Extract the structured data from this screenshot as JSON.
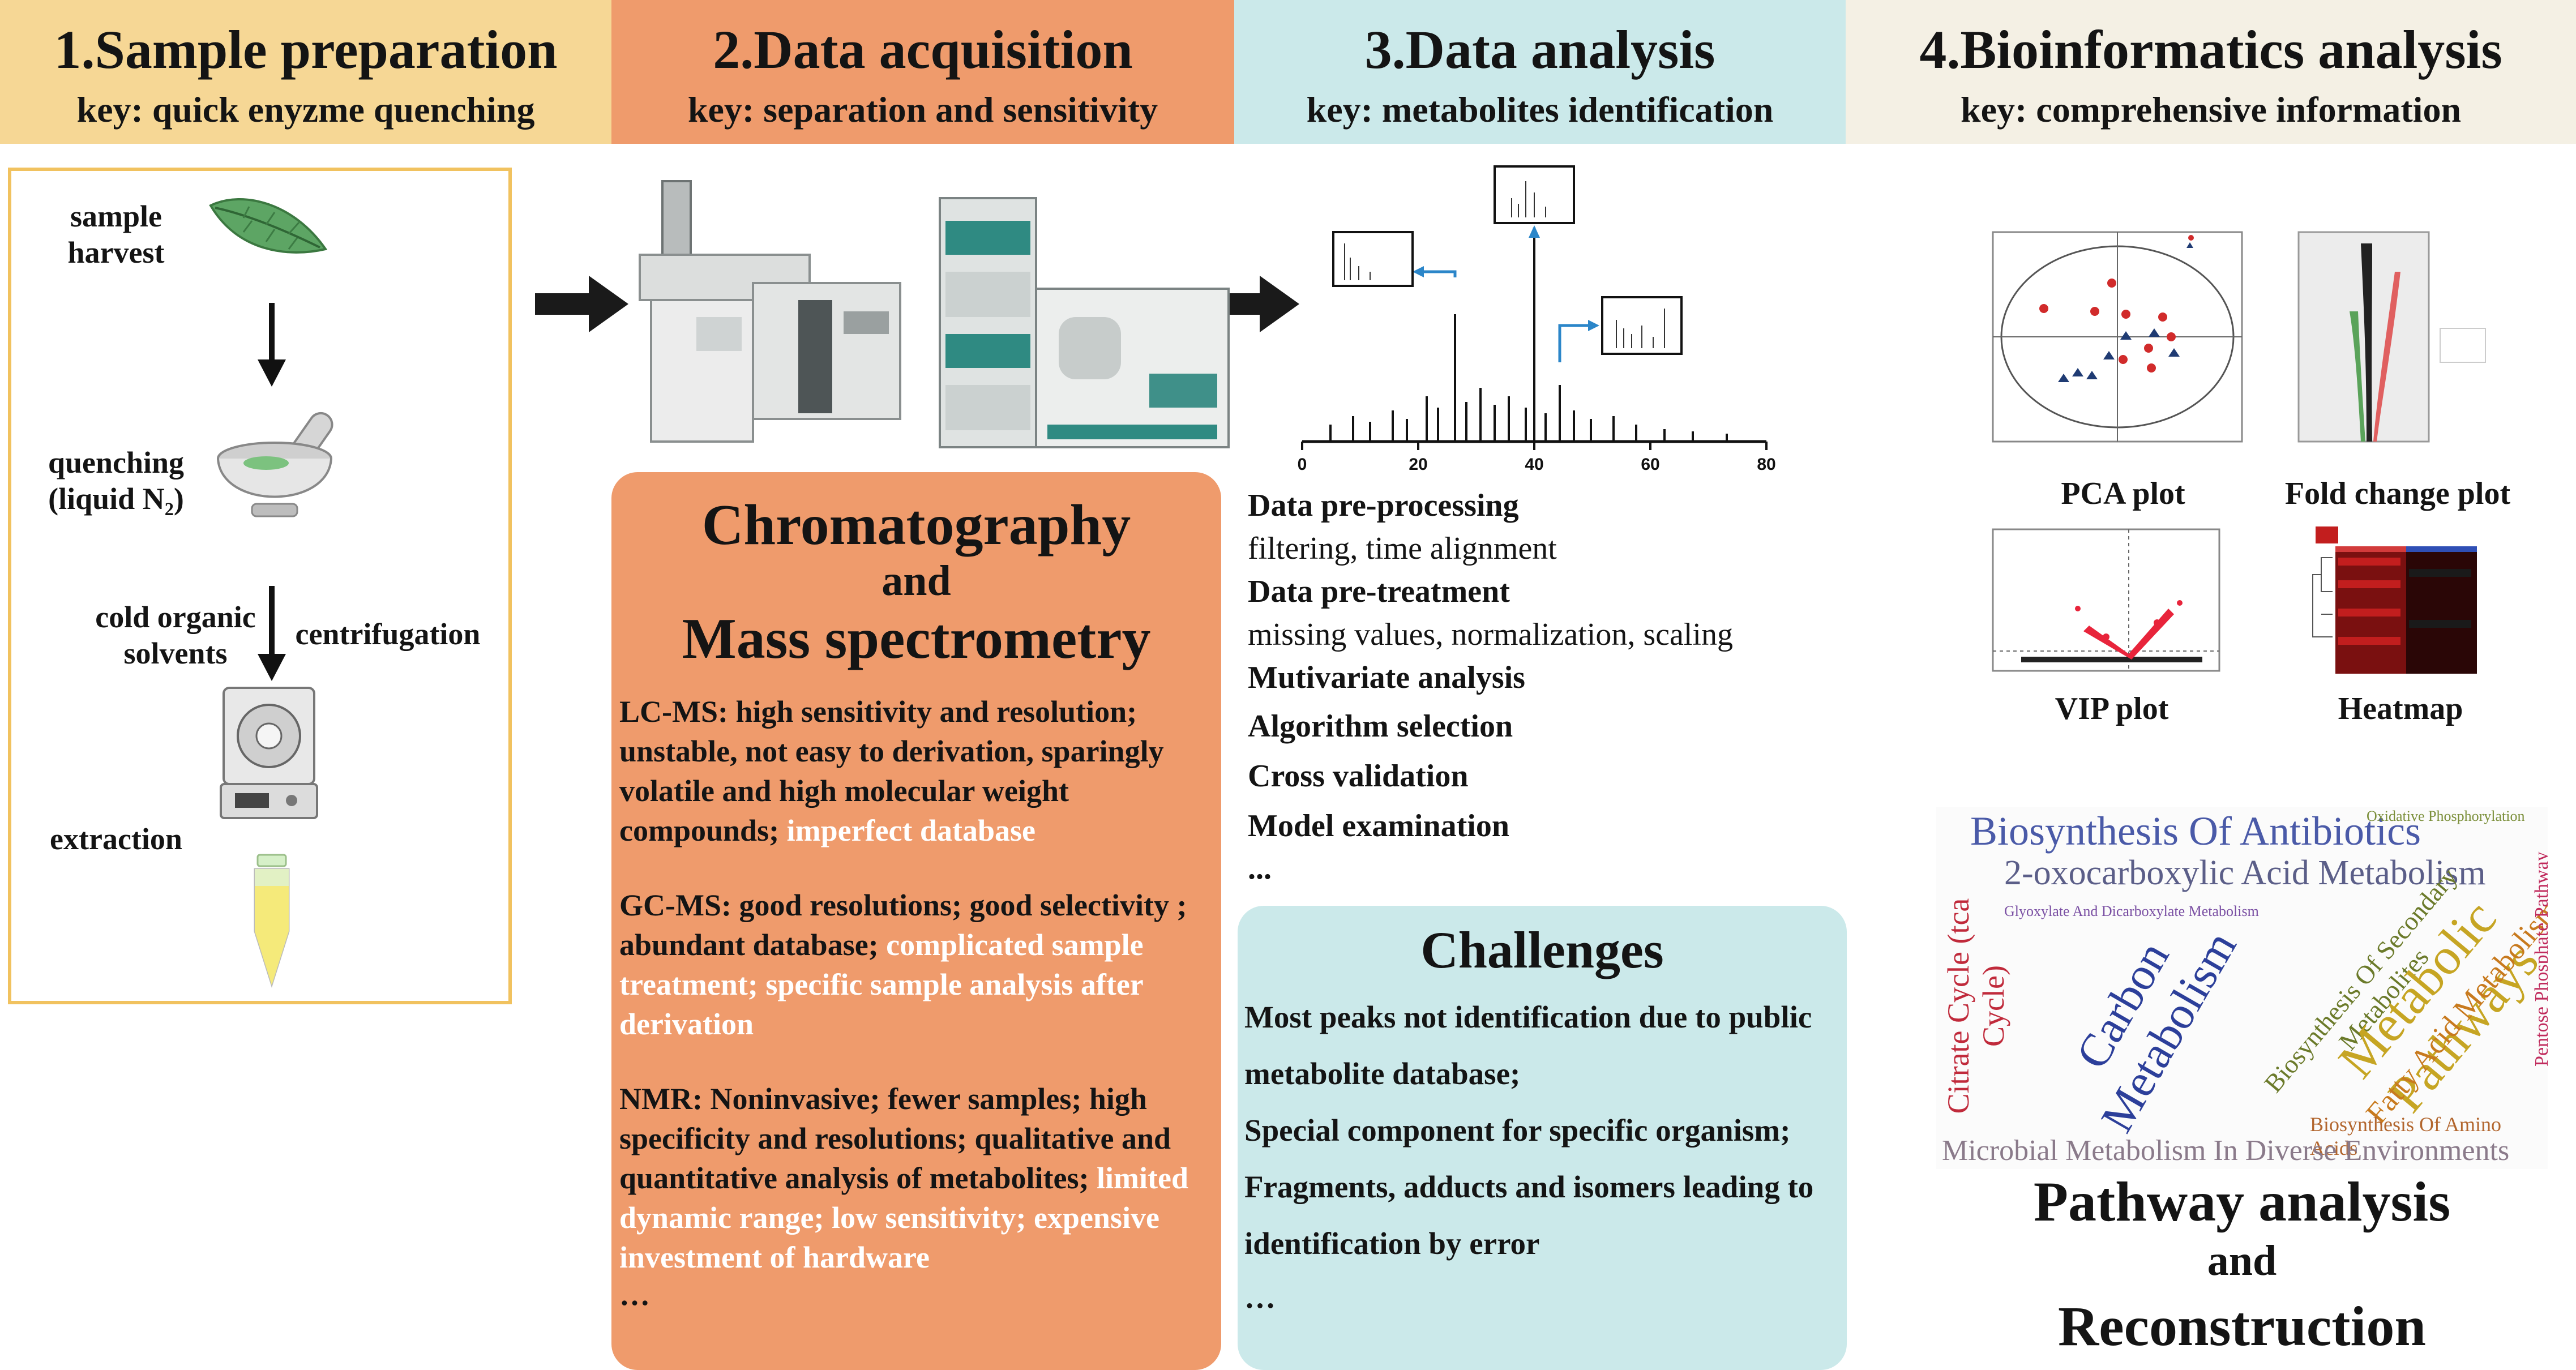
{
  "headers": [
    {
      "title": "1.Sample preparation",
      "key": "key: quick enyzme quenching",
      "color": "#f6d795"
    },
    {
      "title": "2.Data acquisition",
      "key": "key: separation and sensitivity",
      "color": "#ef9b6c"
    },
    {
      "title": "3.Data analysis",
      "key": "key: metabolites identification",
      "color": "#cbe9ea"
    },
    {
      "title": "4.Bioinformatics analysis",
      "key": "key: comprehensive information",
      "color": "#f4f0e4"
    }
  ],
  "sample_prep": {
    "harvest": "sample harvest",
    "quenching": "quenching (liquid N₂)",
    "solvents": "cold organic solvents",
    "centrifugation": "centrifugation",
    "extraction": "extraction"
  },
  "acquisition": {
    "title1": "Chromatography",
    "and": "and",
    "title2": "Mass spectrometry",
    "lcms_black": "LC-MS: high sensitivity and resolution; unstable, not easy to derivation, sparingly volatile and high molecular weight compounds;",
    "lcms_white": "imperfect database",
    "gcms_black": "GC-MS: good resolutions; good selectivity ; abundant database;",
    "gcms_white": "complicated sample treatment; specific sample analysis after derivation",
    "nmr_black": "NMR: Noninvasive; fewer samples; high specificity and resolutions; qualitative and quantitative analysis of metabolites;",
    "nmr_white": "limited dynamic range; low sensitivity; expensive investment of hardware",
    "ellipsis": "…"
  },
  "analysis": {
    "x_ticks": [
      "0",
      "20",
      "40",
      "60",
      "80"
    ],
    "pre_processing": "Data pre-processing",
    "pre_processing_desc": "filtering, time alignment",
    "pre_treatment": "Data pre-treatment",
    "pre_treatment_desc": "missing values, normalization, scaling",
    "mva": "Mutivariate analysis",
    "algo": "Algorithm selection",
    "cv": "Cross validation",
    "model": "Model examination",
    "ellipsis": "...",
    "challenges_title": "Challenges",
    "challenges": [
      "Most peaks not identification due to public metabolite database;",
      "Special component for specific organism;",
      "Fragments, adducts  and isomers leading to identification by error"
    ],
    "challenges_ellipsis": "…"
  },
  "bioinformatics": {
    "pca": "PCA  plot",
    "fold": "Fold change  plot",
    "vip": "VIP plot",
    "heatmap": "Heatmap",
    "cloud": {
      "antibiotics": "Biosynthesis Of Antibiotics",
      "oxo": "2-oxocarboxylic Acid Metabolism",
      "carbon": "Carbon Metabolism",
      "metabolic": "Metabolic Pathways",
      "secondary": "Biosynthesis Of Secondary Metabolites",
      "fatty": "Fatty Acid Metabolism",
      "citrate": "Citrate Cycle (tca Cycle)",
      "aminoacids": "Biosynthesis Of Amino Acids",
      "microbial": "Microbial Metabolism In Diverse Environments",
      "pentose": "Pentose Phosphate Pathway",
      "glyoxylate": "Glyoxylate And Dicarboxylate Metabolism",
      "oxphos": "Oxidative Phosphorylation"
    },
    "pathway1": "Pathway analysis",
    "pathway_and": "and",
    "pathway2": "Reconstruction"
  }
}
